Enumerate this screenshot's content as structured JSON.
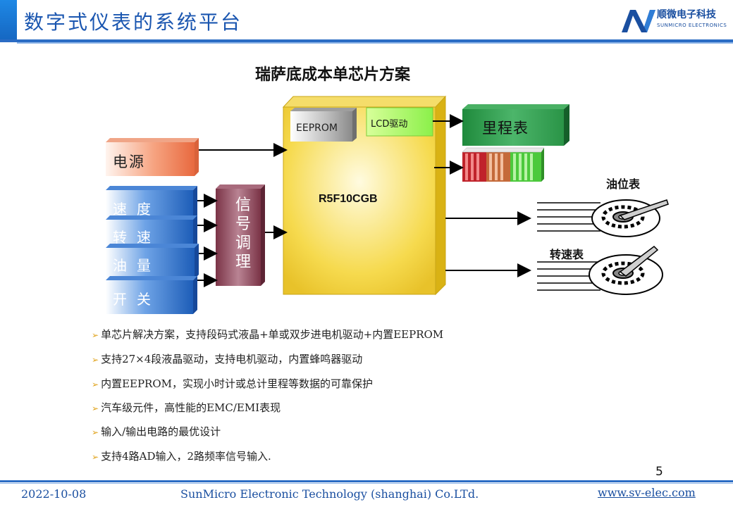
{
  "header": {
    "title": "数字式仪表的系统平台",
    "logo_cn": "顺微电子科技",
    "logo_en": "SUNMICRO ELECTRONICS"
  },
  "diagram": {
    "title": "瑞萨底成本单芯片方案",
    "mcu": "R5F10CGB",
    "eeprom": "EEPROM",
    "lcd_driver": "LCD驱动",
    "power": "电源",
    "inputs": [
      "速度",
      "转速",
      "油量",
      "开关"
    ],
    "signal_conditioning": "信号调理",
    "odometer": "里程表",
    "fuel_gauge": "油位表",
    "tachometer": "转速表"
  },
  "bullets": [
    "单芯片解决方案，支持段码式液晶+单或双步进电机驱动+内置EEPROM",
    "支持27×4段液晶驱动，支持电机驱动，内置蜂鸣器驱动",
    "内置EEPROM，实现小时计或总计里程等数据的可靠保护",
    "汽车级元件，高性能的EMC/EMI表现",
    "输入/输出电路的最优设计",
    "支持4路AD输入，2路频率信号输入."
  ],
  "footer": {
    "page": "5",
    "date": "2022-10-08",
    "company": "SunMicro Electronic Technology (shanghai) Co.LTd.",
    "url": "www.sv-elec.com"
  },
  "colors": {
    "brand_blue": "#1a56b0",
    "mcu_yellow": "#f5d84a",
    "odometer_green": "#2e9e4a",
    "input_blue": "#2a6fc9",
    "power_orange": "#f08a64",
    "signal_maroon": "#8e4a5a"
  }
}
